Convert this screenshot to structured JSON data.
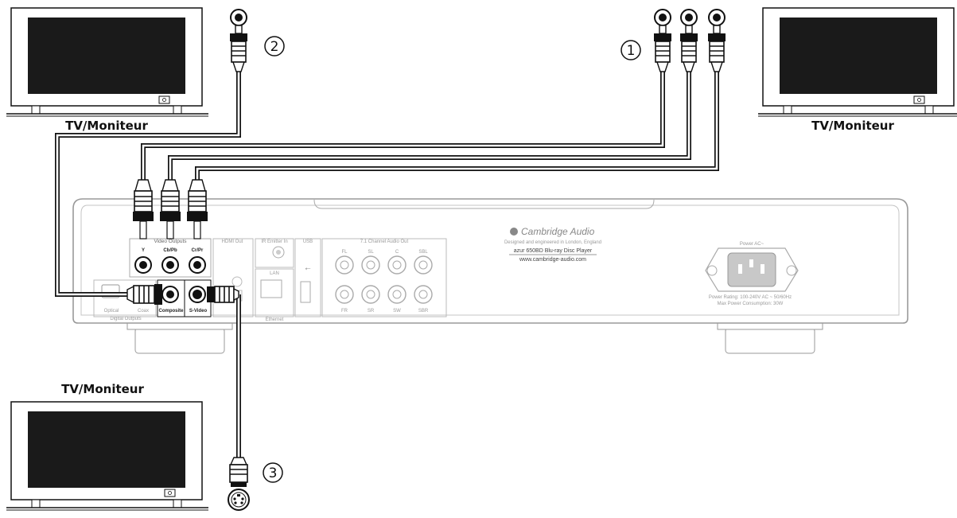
{
  "tvs": [
    {
      "id": "tv-top-left",
      "label": "TV/Moniteur"
    },
    {
      "id": "tv-top-right",
      "label": "TV/Moniteur"
    },
    {
      "id": "tv-bottom-left",
      "label": "TV/Moniteur"
    }
  ],
  "callouts": {
    "component": "1",
    "composite": "2",
    "svideo": "3"
  },
  "panel": {
    "video_outputs": "Video Outputs",
    "y": "Y",
    "cb_pb": "Cb/Pb",
    "cr_pr": "Cr/Pr",
    "composite": "Composite",
    "s_video": "S-Video",
    "hdmi_out": "HDMI Out",
    "ir_emitter_in": "IR Emitter In",
    "usb": "USB",
    "ethernet": "Ethernet",
    "lan": "LAN",
    "digital_outputs": "Digital Outputs",
    "optical": "Optical",
    "coax": "Coax",
    "audio_out": "7.1 Channel Audio Out",
    "channels_top": [
      "FL",
      "SL",
      "C",
      "SBL"
    ],
    "channels_bottom": [
      "FR",
      "SR",
      "SW",
      "SBR"
    ],
    "brand": "Cambridge Audio",
    "brand_tagline": "Designed and engineered in London, England",
    "model": "azur 650BD Blu-ray Disc Player",
    "website": "www.cambridge-audio.com",
    "power_ac": "Power AC~",
    "power_rating": "Power Rating: 100-240V AC ~ 50/60Hz",
    "max_power": "Max Power Consumption: 30W"
  }
}
